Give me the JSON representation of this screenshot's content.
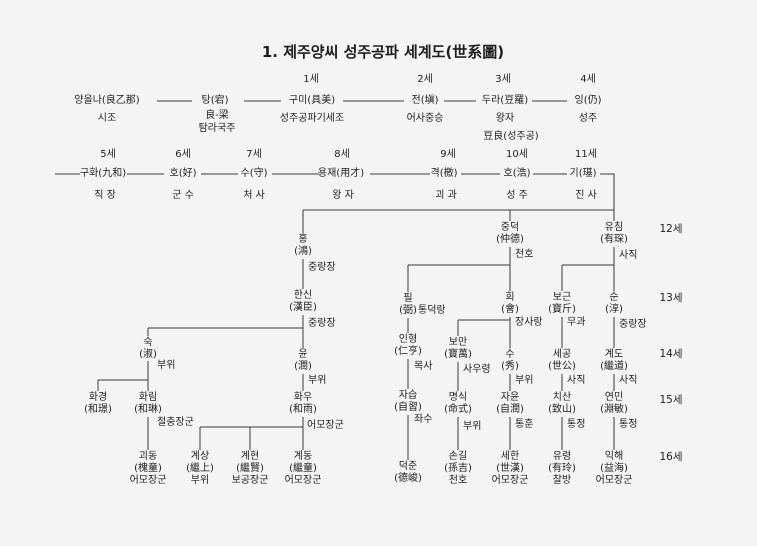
{
  "title": "1. 제주양씨 성주공파 세계도(世系圖)",
  "lineage": [
    {
      "name": "양을나(良乙那)",
      "notes": [
        "시조"
      ]
    },
    {
      "name": "탕(宕)",
      "notes": [
        "良-梁",
        "탐라국주"
      ]
    },
    {
      "generation": "1세",
      "name": "구미(具美)",
      "notes": [
        "성주공파기세조"
      ]
    },
    {
      "generation": "2세",
      "name": "전(塡)",
      "notes": [
        "어사중승"
      ]
    },
    {
      "generation": "3세",
      "name": "두라(豆羅)",
      "notes": [
        "왕자",
        "豆良(성주공)"
      ]
    },
    {
      "generation": "4세",
      "name": "잉(仍)",
      "notes": [
        "성주"
      ]
    },
    {
      "generation": "5세",
      "name": "구화(九和)",
      "notes": [
        "직 장"
      ]
    },
    {
      "generation": "6세",
      "name": "호(好)",
      "notes": [
        "군 수"
      ]
    },
    {
      "generation": "7세",
      "name": "수(守)",
      "notes": [
        "처 사"
      ]
    },
    {
      "generation": "8세",
      "name": "용재(用才)",
      "notes": [
        "왕 자"
      ]
    },
    {
      "generation": "9세",
      "name": "격(檄)",
      "notes": [
        "괴 과"
      ]
    },
    {
      "generation": "10세",
      "name": "호(浩)",
      "notes": [
        "성 주"
      ]
    },
    {
      "generation": "11세",
      "name": "기(璂)",
      "notes": [
        "진 사"
      ]
    }
  ],
  "branch_generations": [
    "12세",
    "13세",
    "14세",
    "15세",
    "16세"
  ],
  "branches": [
    {
      "name": "홍",
      "hanja": "(鴻)",
      "title": "중랑장",
      "children": [
        {
          "name": "한신",
          "hanja": "(漢臣)",
          "title": "중랑장",
          "children": [
            {
              "name": "숙",
              "hanja": "(淑)",
              "title": "부위",
              "children": [
                {
                  "name": "화경",
                  "hanja": "(和璟)"
                },
                {
                  "name": "화림",
                  "hanja": "(和琳)",
                  "title": "절충장군",
                  "children": [
                    {
                      "name": "괴동",
                      "hanja": "(槐童)",
                      "title": "어모장군"
                    }
                  ]
                }
              ]
            },
            {
              "name": "윤",
              "hanja": "(潤)",
              "title": "부위",
              "children": [
                {
                  "name": "화우",
                  "hanja": "(和雨)",
                  "title": "어모장군",
                  "children": [
                    {
                      "name": "계상",
                      "hanja": "(繼上)",
                      "title": "부위"
                    },
                    {
                      "name": "계현",
                      "hanja": "(繼賢)",
                      "title": "보공장군"
                    },
                    {
                      "name": "계동",
                      "hanja": "(繼童)",
                      "title": "어모장군"
                    }
                  ]
                }
              ]
            }
          ]
        }
      ]
    },
    {
      "name": "중덕",
      "hanja": "(仲德)",
      "title": "천호",
      "children": [
        {
          "name": "필",
          "hanja": "(弼)",
          "title": "통덕랑",
          "children": [
            {
              "name": "인형",
              "hanja": "(仁亨)",
              "title": "목사",
              "children": [
                {
                  "name": "자습",
                  "hanja": "(自習)",
                  "title": "좌수",
                  "children": [
                    {
                      "name": "덕준",
                      "hanja": "(德峻)"
                    }
                  ]
                }
              ]
            }
          ]
        },
        {
          "name": "회",
          "hanja": "(會)",
          "title": "장사랑",
          "children": [
            {
              "name": "보만",
              "hanja": "(寶萬)",
              "title": "사우령",
              "children": [
                {
                  "name": "명식",
                  "hanja": "(命式)",
                  "title": "부위",
                  "children": [
                    {
                      "name": "손길",
                      "hanja": "(孫吉)",
                      "title": "천호"
                    }
                  ]
                }
              ]
            },
            {
              "name": "수",
              "hanja": "(秀)",
              "title": "부위",
              "children": [
                {
                  "name": "자윤",
                  "hanja": "(自潤)",
                  "title": "통훈",
                  "children": [
                    {
                      "name": "세한",
                      "hanja": "(世漢)",
                      "title": "어모장군"
                    }
                  ]
                }
              ]
            }
          ]
        }
      ]
    },
    {
      "name": "유침",
      "hanja": "(有琛)",
      "title": "사직",
      "children": [
        {
          "name": "보근",
          "hanja": "(寶斤)",
          "title": "무과",
          "children": [
            {
              "name": "세공",
              "hanja": "(世公)",
              "title": "사직",
              "children": [
                {
                  "name": "치산",
                  "hanja": "(致山)",
                  "title": "통정",
                  "children": [
                    {
                      "name": "유령",
                      "hanja": "(有玲)",
                      "title": "찰방"
                    }
                  ]
                }
              ]
            }
          ]
        },
        {
          "name": "순",
          "hanja": "(淳)",
          "title": "중랑장",
          "children": [
            {
              "name": "계도",
              "hanja": "(繼道)",
              "title": "사직",
              "children": [
                {
                  "name": "연민",
                  "hanja": "(淵敏)",
                  "title": "통정",
                  "children": [
                    {
                      "name": "익해",
                      "hanja": "(益海)",
                      "title": "어모장군"
                    }
                  ]
                }
              ]
            }
          ]
        }
      ]
    }
  ]
}
